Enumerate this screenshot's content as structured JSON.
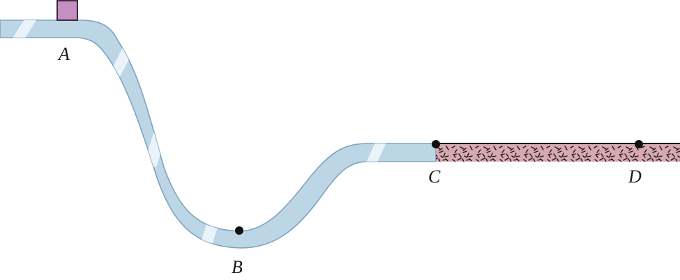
{
  "colors": {
    "track_fill": "#bcd6e6",
    "track_edge": "#7ea3bf",
    "track_highlight": "#f2f8fc",
    "rough_fill": "#d7a9b1",
    "rough_speckle": "#1b1416",
    "block_fill": "#c58ec4",
    "block_edge": "#2a1f2a",
    "point_dot": "#111111"
  },
  "block": {
    "icon": "block-square"
  },
  "points": [
    {
      "id": "a",
      "label": "A"
    },
    {
      "id": "b",
      "label": "B"
    },
    {
      "id": "c",
      "label": "C"
    },
    {
      "id": "d",
      "label": "D"
    }
  ]
}
